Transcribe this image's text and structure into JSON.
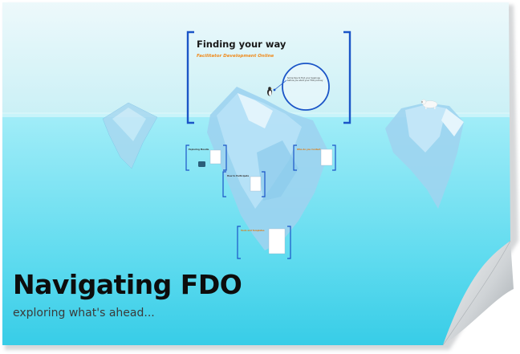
{
  "slide": {
    "title": "Navigating FDO",
    "subtitle": "exploring what's ahead..."
  },
  "main_frame": {
    "title": "Finding your way",
    "subtitle": "Facilitator Development Online"
  },
  "circle_note": "Some tips to find your bearings before you start your FDO journey",
  "small_frames": [
    {
      "heading": "Exploring Moodle"
    },
    {
      "heading": "How to Participate"
    },
    {
      "heading": "Who do you Contact"
    },
    {
      "heading": "Tools and Templates"
    }
  ],
  "colors": {
    "sky_top": "#e8f7fa",
    "sky_bottom": "#c4eef5",
    "water_top": "#a7eef9",
    "water_bottom": "#3bd0ea",
    "frame_bracket": "#1b55c7",
    "accent_orange": "#f08a1c",
    "page_curl": "#bfc3c7"
  }
}
